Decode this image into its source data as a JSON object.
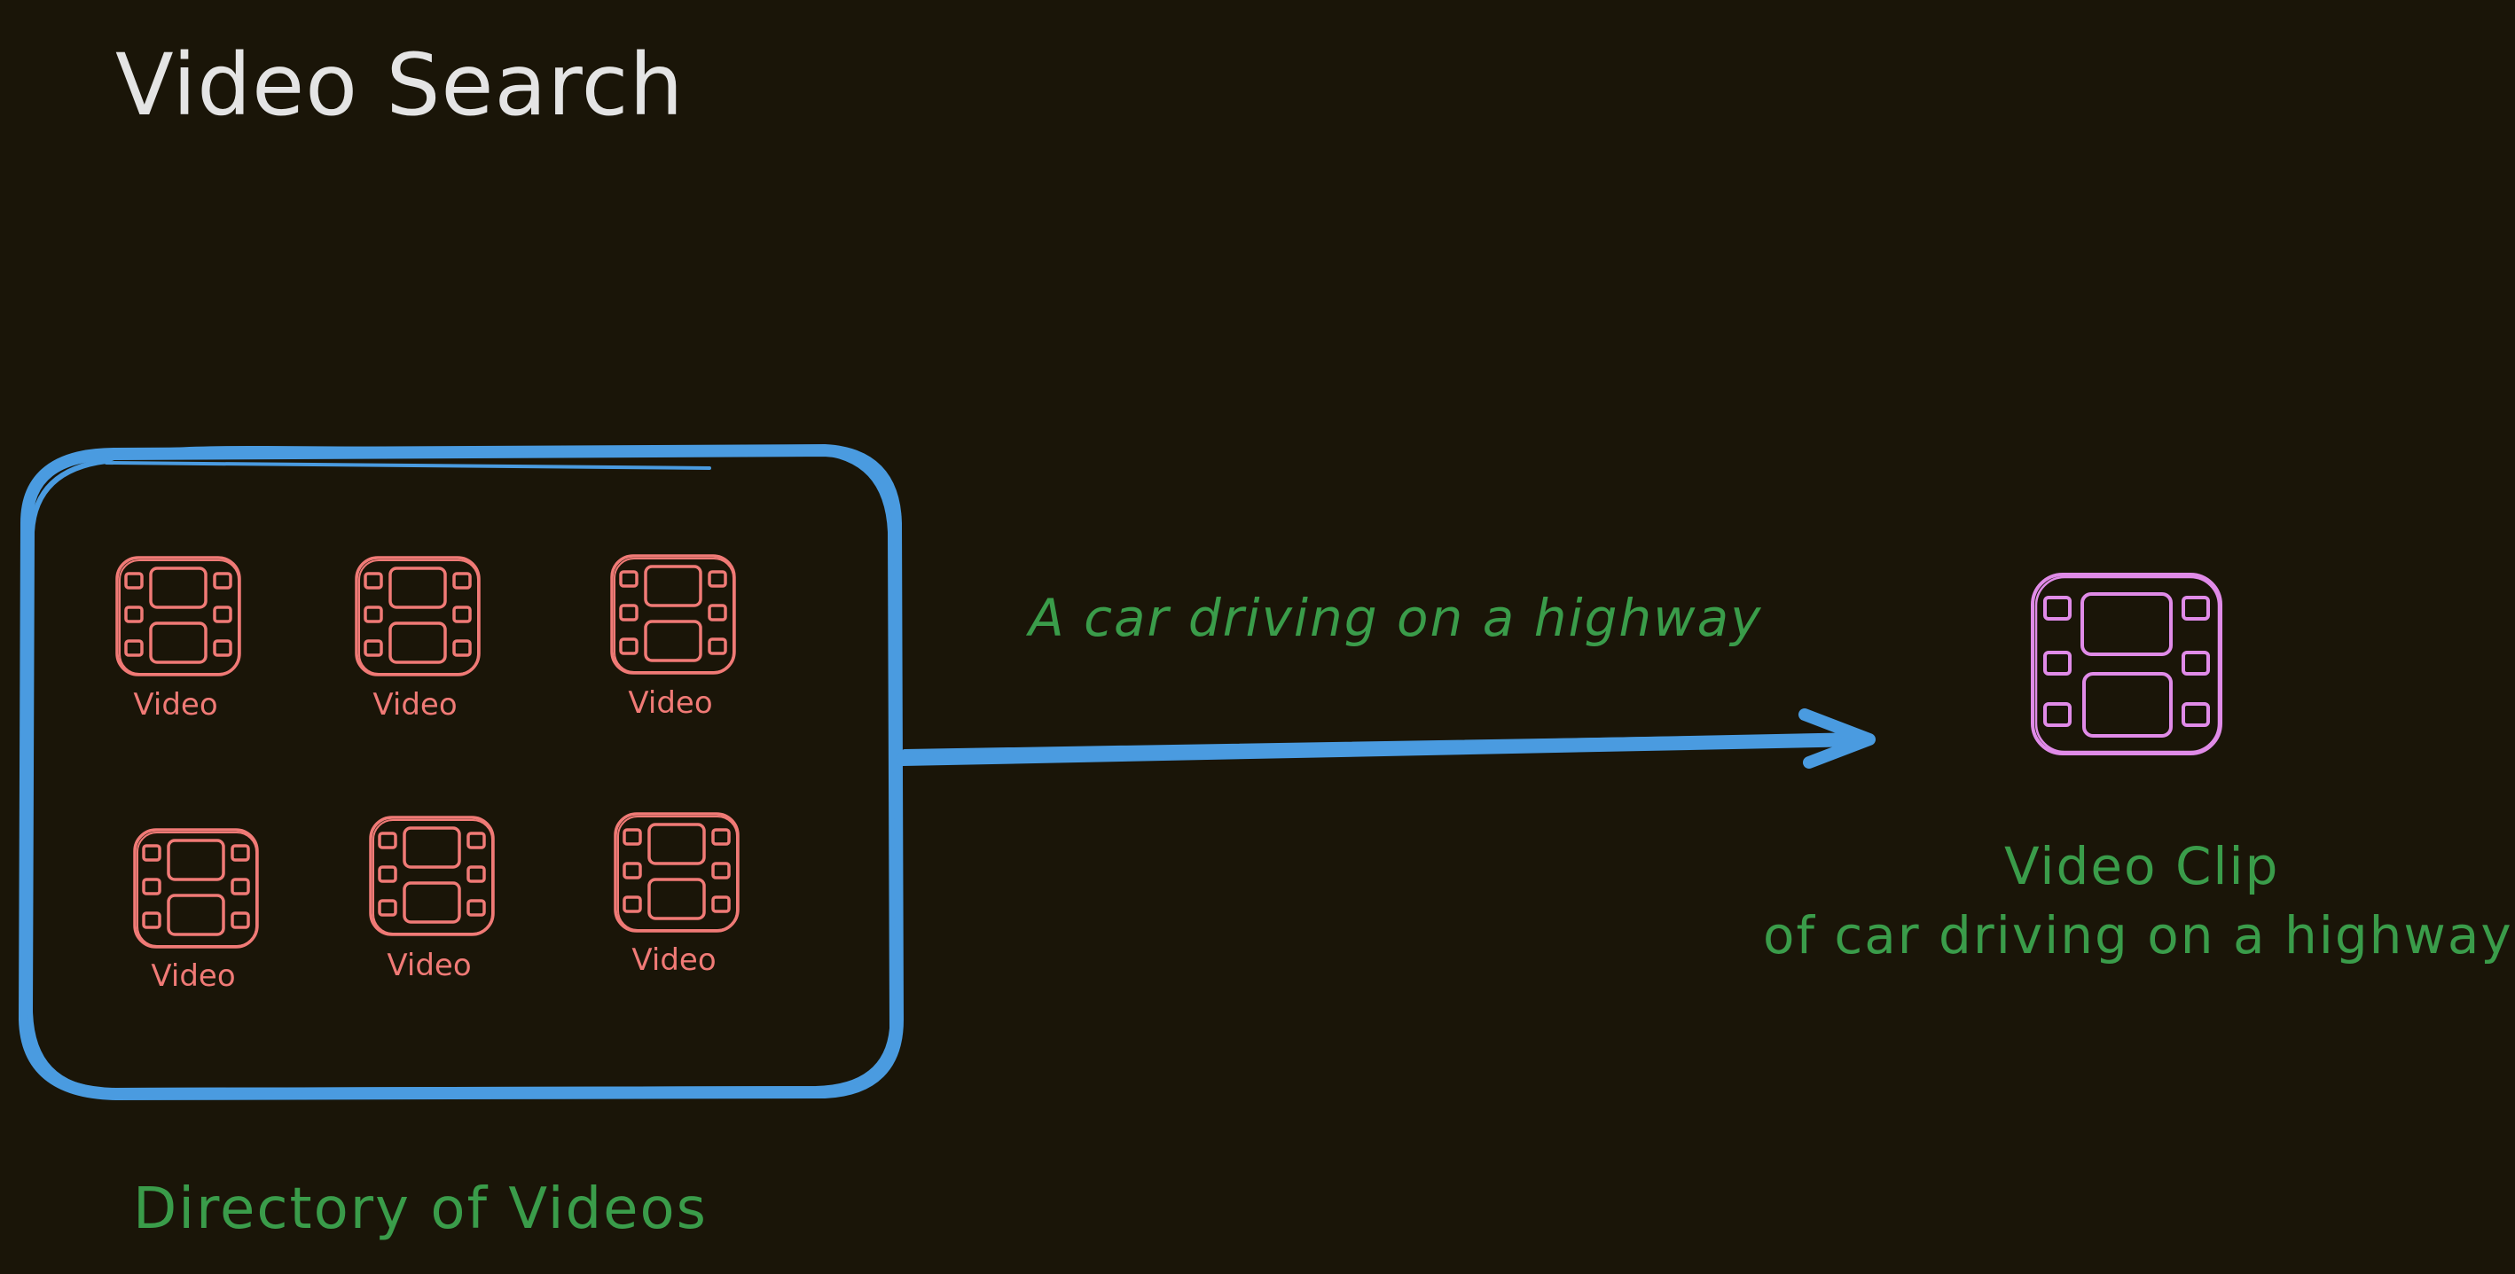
{
  "title": "Video Search",
  "query": "A car driving on a highway",
  "directory": {
    "label": "Directory of Videos",
    "videos": [
      {
        "label": "Video"
      },
      {
        "label": "Video"
      },
      {
        "label": "Video"
      },
      {
        "label": "Video"
      },
      {
        "label": "Video"
      },
      {
        "label": "Video"
      }
    ]
  },
  "result": {
    "title": "Video Clip",
    "subtitle": "of car driving on a highway",
    "icon": "film-icon"
  },
  "colors": {
    "background": "#1a1508",
    "frame": "#4a9be0",
    "arrow": "#4a9be0",
    "video_icons": "#f07a76",
    "result_icon": "#e08be8",
    "labels_green": "#3a9c4a",
    "title": "#e4e4e4"
  }
}
